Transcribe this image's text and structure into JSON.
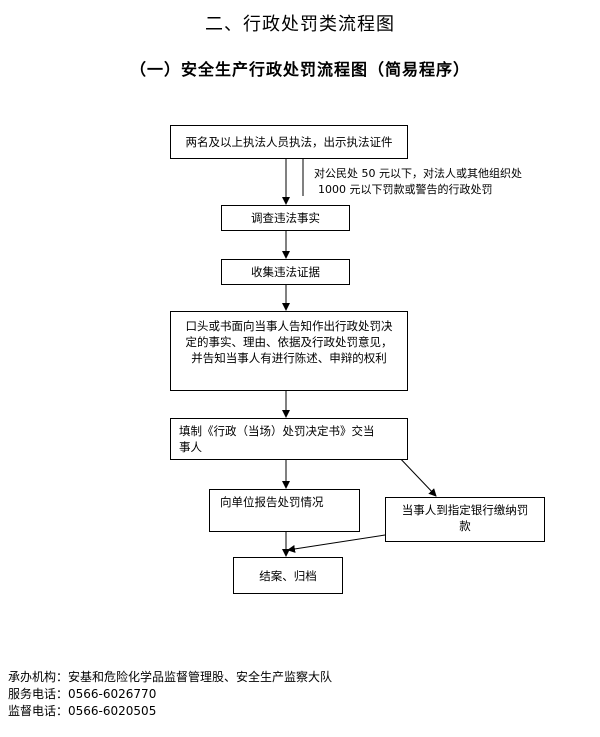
{
  "heading": {
    "title": "二、行政处罚类流程图",
    "subtitle": "（一）安全生产行政处罚流程图（简易程序）"
  },
  "flow": {
    "steps": [
      {
        "lines": [
          "两名及以上执法人员执法，出示执法证件"
        ]
      },
      {
        "lines": [
          "调查违法事实"
        ]
      },
      {
        "lines": [
          "收集违法证据"
        ]
      },
      {
        "lines": [
          "口头或书面向当事人告知作出行政处罚决",
          "定的事实、理由、依据及行政处罚意见，",
          "并告知当事人有进行陈述、申辩的权利"
        ]
      },
      {
        "lines": [
          "填制《行政（当场）处罚决定书》交当",
          "事人"
        ]
      },
      {
        "lines": [
          "向单位报告处罚情况"
        ]
      },
      {
        "lines": [
          "当事人到指定银行缴纳罚",
          "款"
        ]
      },
      {
        "lines": [
          "结案、归档"
        ]
      }
    ],
    "note": {
      "lines": [
        "对公民处 50 元以下，对法人或其他组织处",
        "1000 元以下罚款或警告的行政处罚"
      ]
    }
  },
  "footer": {
    "org_label": "承办机构：",
    "org_value": "安基和危险化学品监督管理股、安全生产监察大队",
    "service_label": "服务电话：",
    "service_phone": "0566-6026770",
    "supervise_label": "监督电话：",
    "supervise_phone": "0566-6020505"
  }
}
